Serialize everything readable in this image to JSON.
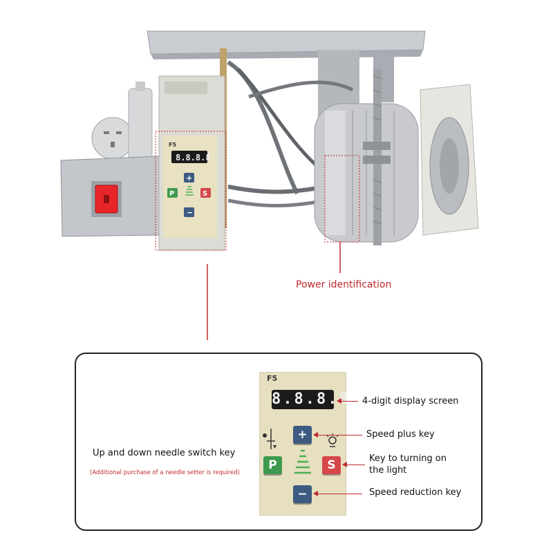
{
  "callouts": {
    "power_identification": "Power identification"
  },
  "panel": {
    "model": "F5",
    "display_value": "8.8.8.8",
    "plus_key": "+",
    "minus_key": "−",
    "p_key": "P",
    "s_key": "S"
  },
  "labels": {
    "display": "4-digit display screen",
    "speed_plus": "Speed plus key",
    "needle_switch": "Up and down needle switch key",
    "needle_note": "(Additional purchase of a needle setter is required)",
    "light_line1": "Key to turning on",
    "light_line2": "the light",
    "speed_reduction": "Speed reduction key"
  },
  "colors": {
    "accent_red": "#c0282d",
    "panel_beige": "#e6dfc0",
    "key_blue": "#3d5a80",
    "key_green": "#3e9a4e",
    "key_red": "#d5474a",
    "switch_red": "#e8262a"
  }
}
